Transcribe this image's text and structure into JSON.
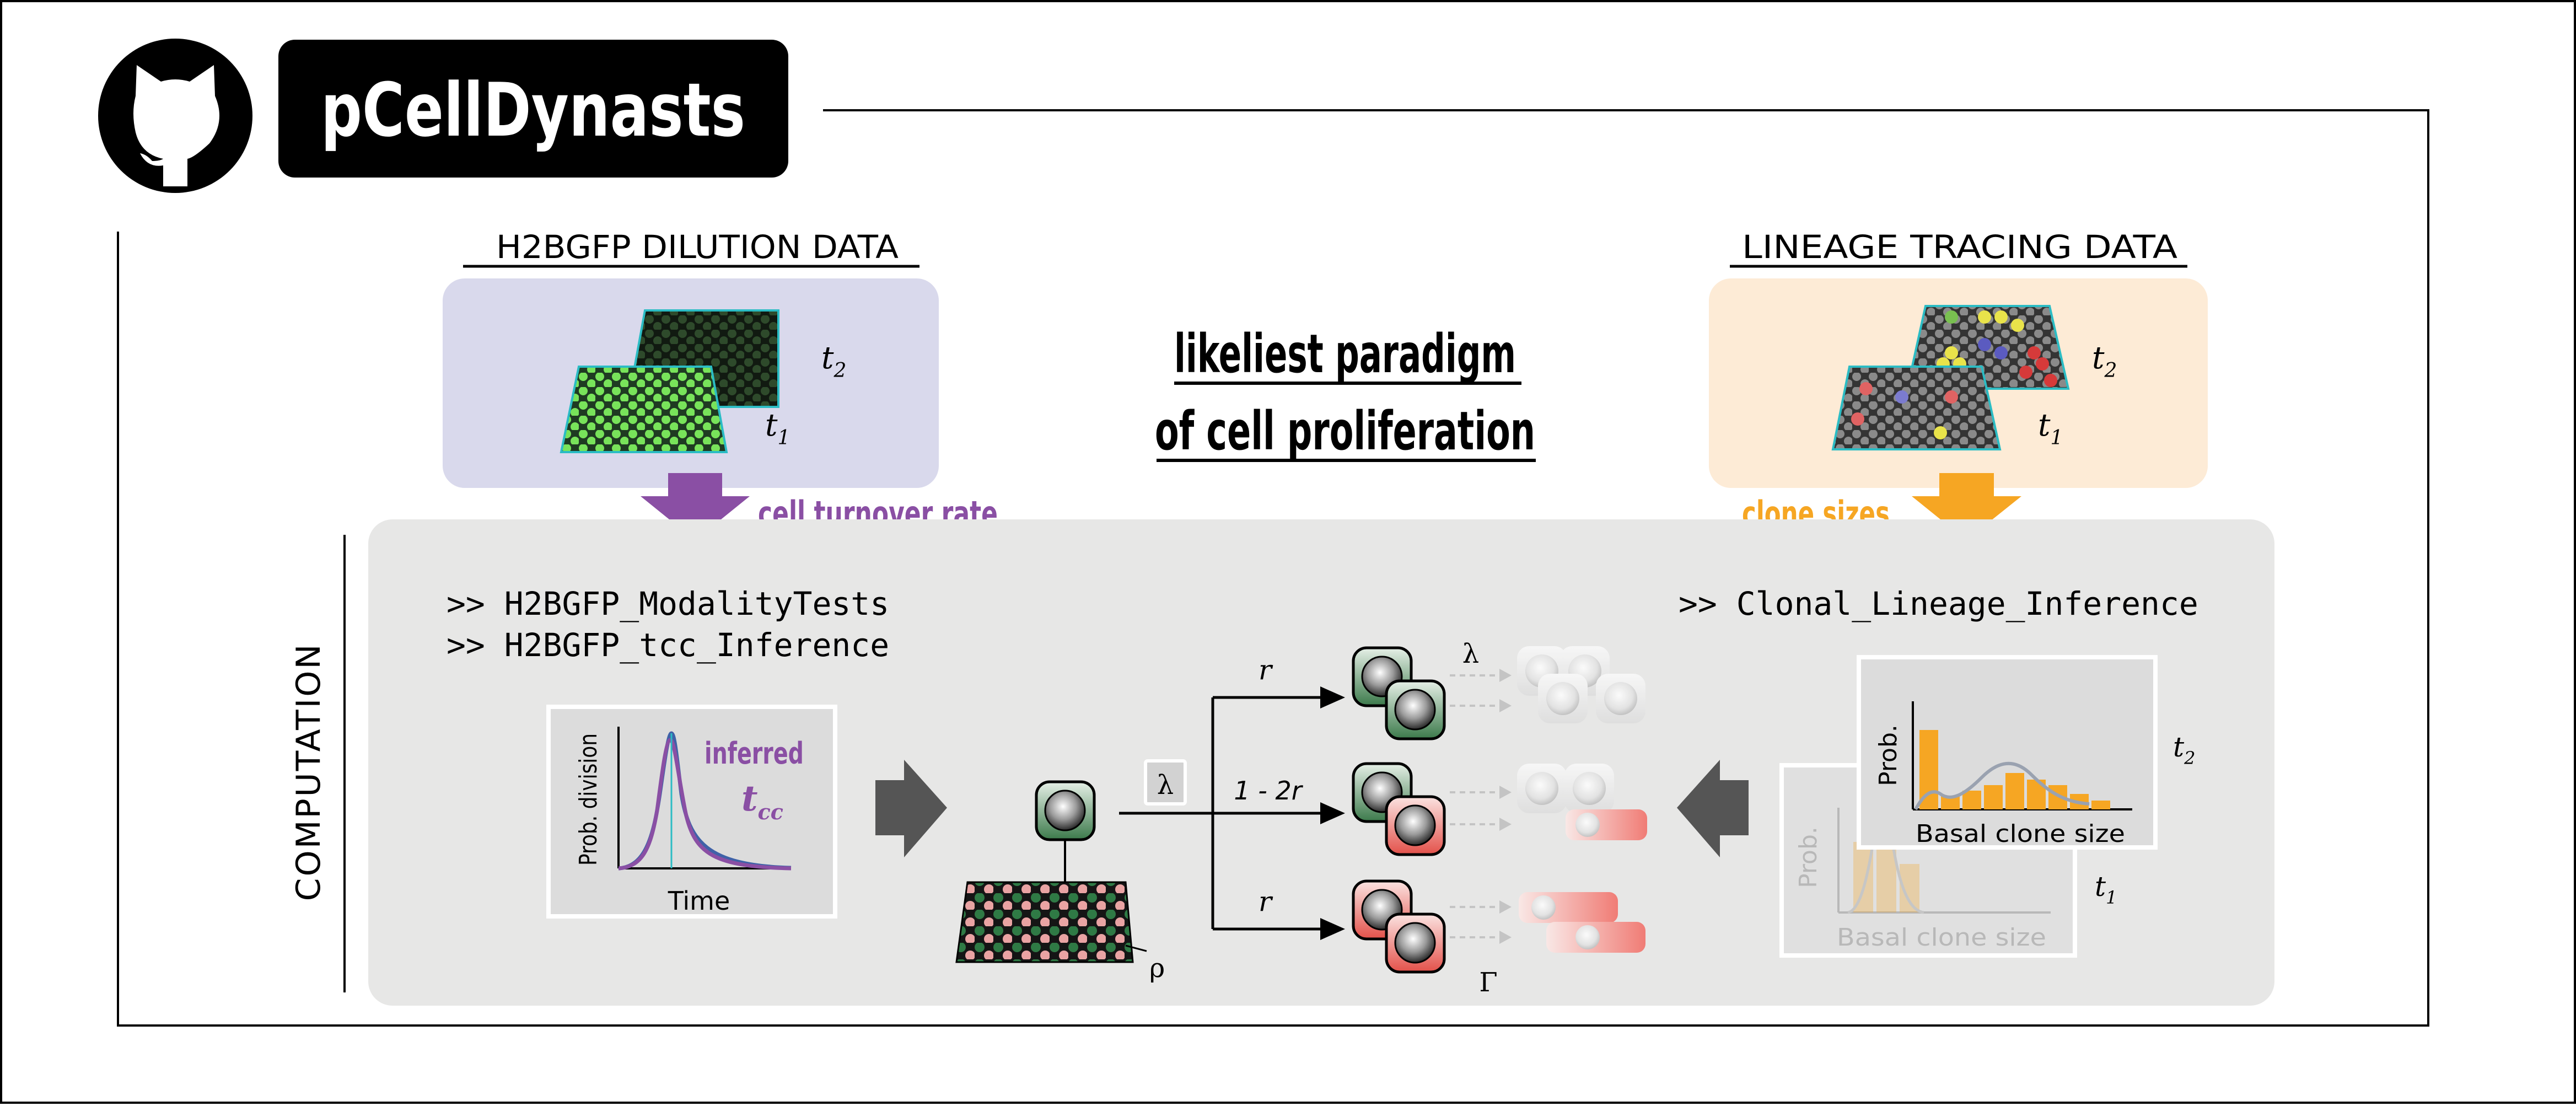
{
  "header": {
    "repo_name": "pCellDynasts",
    "icon": "github-octocat-icon"
  },
  "headline": {
    "line1": "likeliest paradigm",
    "line2": "of cell proliferation"
  },
  "h2bgfp": {
    "title": "H2BGFP DILUTION DATA",
    "t2_base": "t",
    "t2_sub": "2",
    "t1_base": "t",
    "t1_sub": "1",
    "output_label": "cell turnover rate"
  },
  "lineage": {
    "title": "LINEAGE TRACING DATA",
    "t2_base": "t",
    "t2_sub": "2",
    "t1_base": "t",
    "t1_sub": "1",
    "output_label": "clone sizes"
  },
  "computation": {
    "section_label": "COMPUTATION",
    "commands_left": [
      ">> H2BGFP_ModalityTests",
      ">> H2BGFP_tcc_Inference"
    ],
    "command_right": ">> Clonal_Lineage_Inference"
  },
  "division_plot": {
    "ylabel": "Prob. division",
    "xlabel": "Time",
    "annotation": "inferred",
    "tcc_base": "t",
    "tcc_sub": "cc"
  },
  "model": {
    "lambda": "λ",
    "rho": "ρ",
    "gamma": "Γ",
    "branch_top": "r",
    "branch_mid": "1 - 2r",
    "branch_bottom": "r"
  },
  "clone_t2": {
    "ylabel": "Prob.",
    "xlabel": "Basal clone size",
    "t_base": "t",
    "t_sub": "2",
    "bars": [
      0.72,
      0.12,
      0.17,
      0.22,
      0.33,
      0.27,
      0.22,
      0.14,
      0.08
    ]
  },
  "clone_t1": {
    "ylabel": "Prob.",
    "xlabel": "Basal clone size",
    "t_base": "t",
    "t_sub": "1",
    "bars": [
      0.8,
      0.9,
      0.55
    ]
  },
  "colors": {
    "h2bgfp_panel": "#d9d9ec",
    "lineage_panel": "#fdebd6",
    "computation_panel": "#e7e7e6",
    "purple": "#8a4fa4",
    "orange": "#f6a623",
    "green": "#3d7a4c",
    "red": "#e2443d"
  }
}
